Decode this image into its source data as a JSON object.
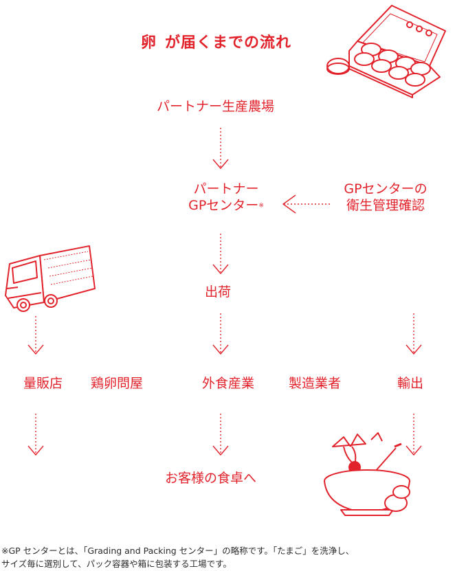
{
  "title": {
    "egg": "卵",
    "rest": "が届くまでの流れ"
  },
  "nodes": {
    "farm": "パートナー生産農場",
    "partner_gp_line1": "パートナー",
    "partner_gp_line2": "GPセンター",
    "note_mark": "※",
    "hygiene_line1": "GPセンターの",
    "hygiene_line2": "衛生管理確認",
    "shipping": "出荷",
    "mass_retail": "量販店",
    "egg_wholesale": "鶏卵問屋",
    "food_service": "外食産業",
    "manufacturers": "製造業者",
    "export": "輸出",
    "customer": "お客様の食卓へ"
  },
  "footnote": {
    "line1": "※GP センターとは、「Grading and Packing センター」の略称です。「たまご」を洗浄し、",
    "line2": "サイズ毎に選別して、パック容器や箱に包装する工場です。"
  },
  "colors": {
    "accent": "#e2222b",
    "footnote_text": "#2a2a2a",
    "background": "#ffffff"
  },
  "icons": [
    "egg-carton-icon",
    "delivery-truck-icon",
    "mixing-bowl-icon"
  ]
}
